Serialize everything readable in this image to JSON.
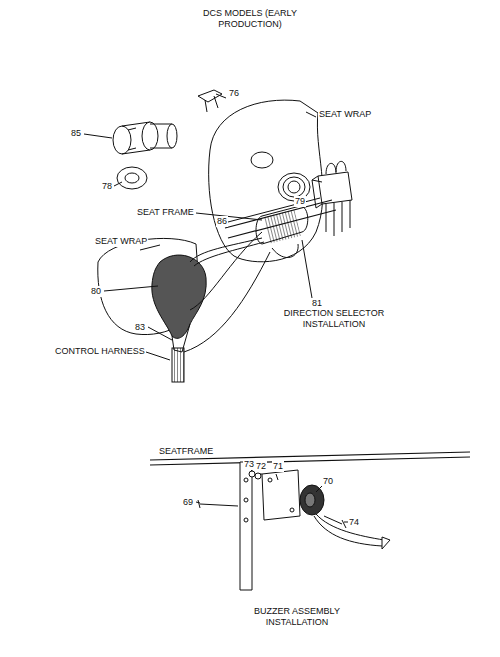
{
  "diagram": {
    "title": "DCS MODELS (EARLY PRODUCTION)",
    "labels": [
      "76",
      "85",
      "78",
      "SEAT WRAP",
      "79",
      "86",
      "SEAT FRAME",
      "SEAT WRAP",
      "80",
      "81",
      "83",
      "CONTROL HARNESS",
      "DIRECTION SELECTOR INSTALLATION",
      "SEATFRAME",
      "73",
      "72",
      "71",
      "70",
      "74",
      "69",
      "BUZZER ASSEMBLY INSTALLATION"
    ]
  }
}
